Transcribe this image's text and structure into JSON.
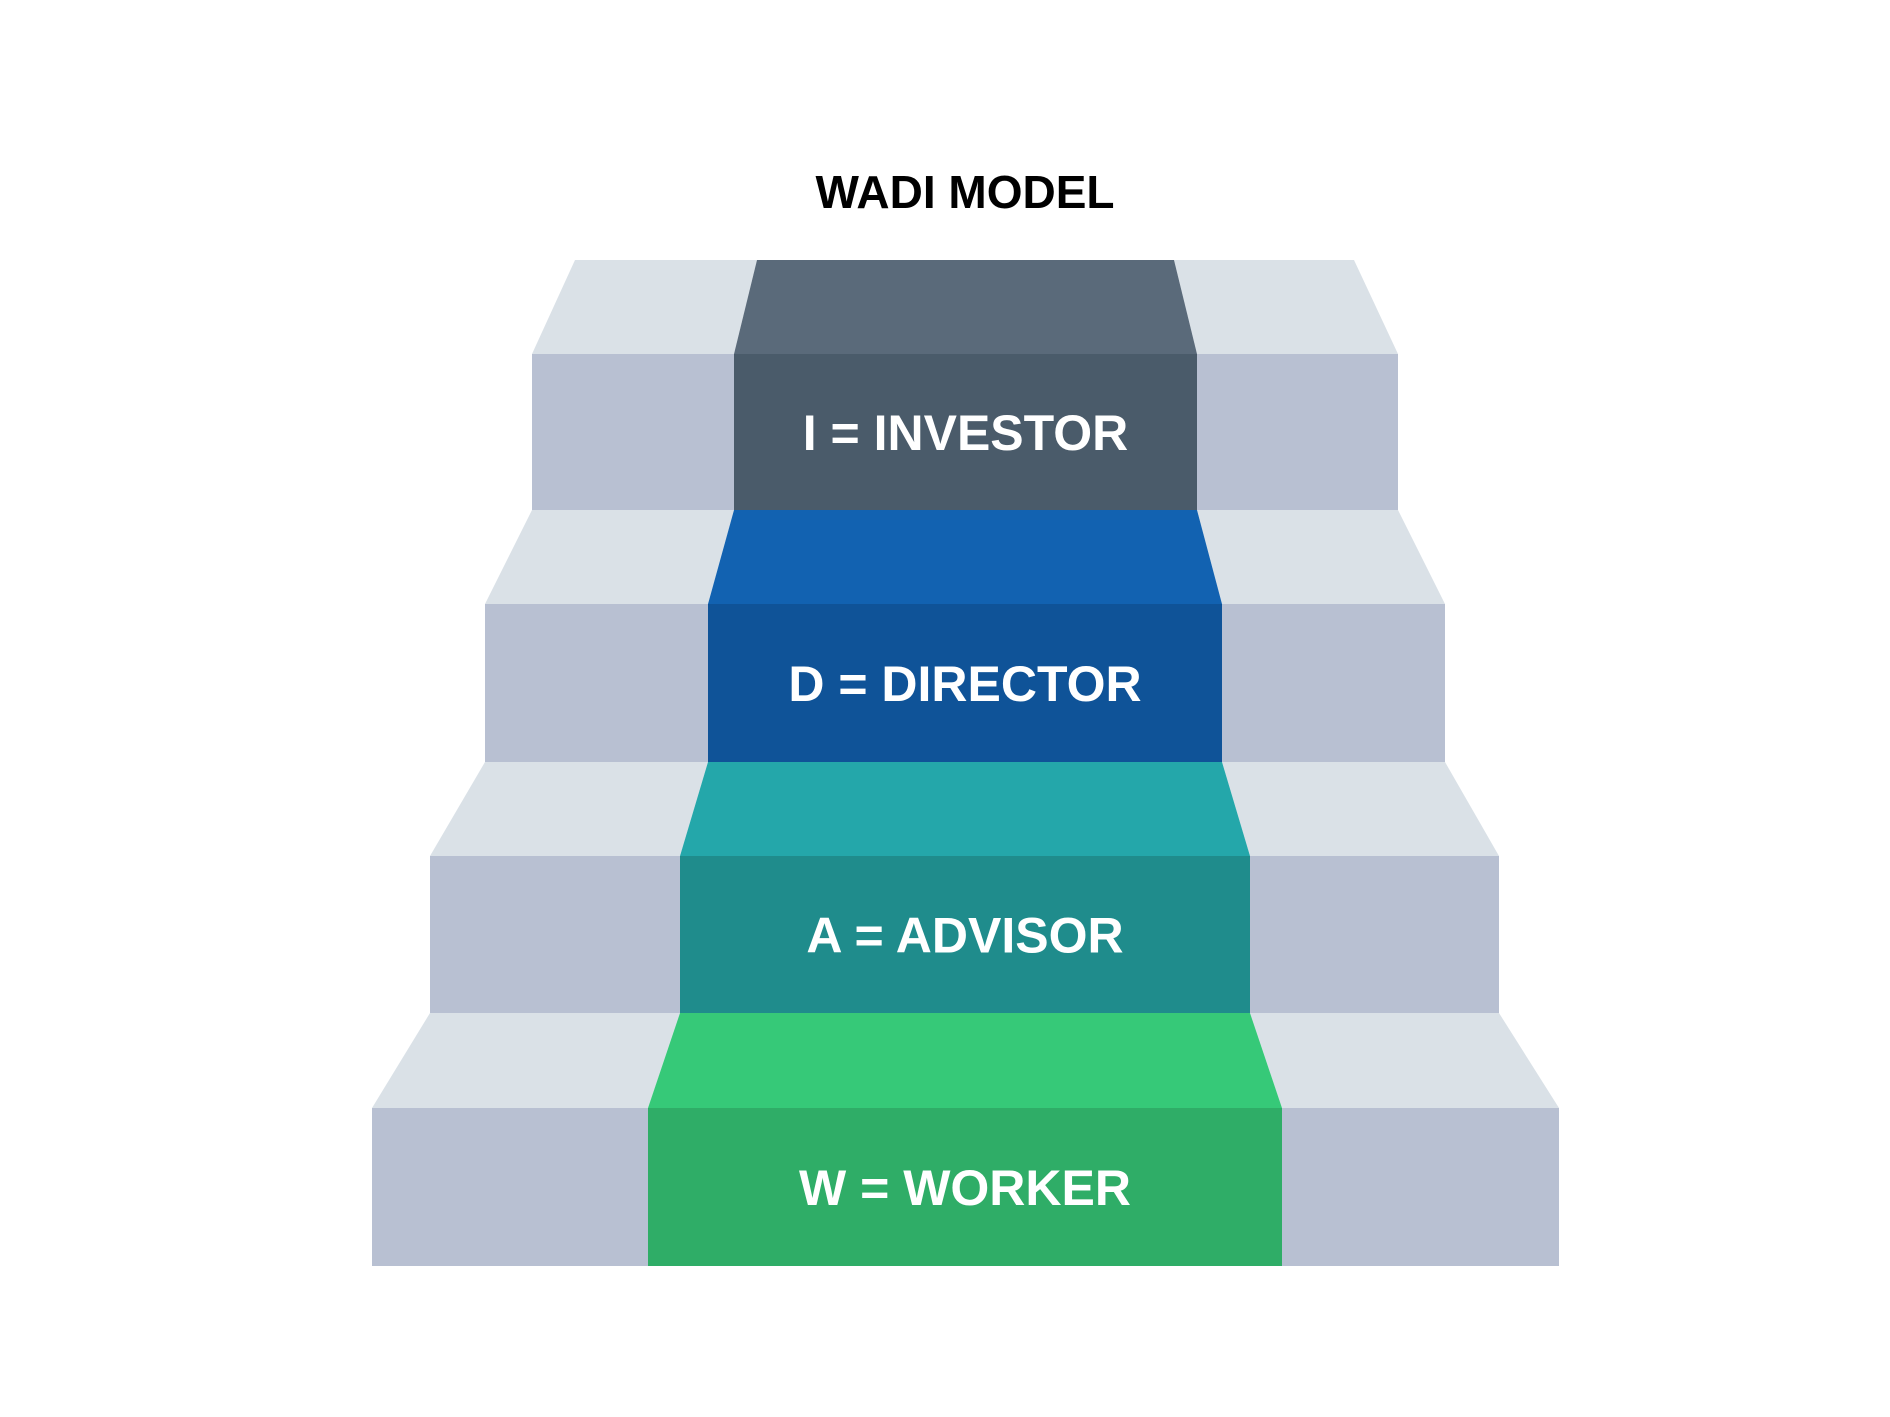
{
  "title": "WADI MODEL",
  "colors": {
    "side_tread": "#dae1e7",
    "side_riser": "#b8c0d2",
    "background": "#ffffff"
  },
  "steps": [
    {
      "id": "investor",
      "label": "I = INVESTOR",
      "tread_color": "#5a6a7a",
      "riser_color": "#4a5b6a"
    },
    {
      "id": "director",
      "label": "D = DIRECTOR",
      "tread_color": "#1262b1",
      "riser_color": "#0f5398"
    },
    {
      "id": "advisor",
      "label": "A = ADVISOR",
      "tread_color": "#24a7aa",
      "riser_color": "#1f8c8c"
    },
    {
      "id": "worker",
      "label": "W = WORKER",
      "tread_color": "#36c978",
      "riser_color": "#2fad67"
    }
  ]
}
